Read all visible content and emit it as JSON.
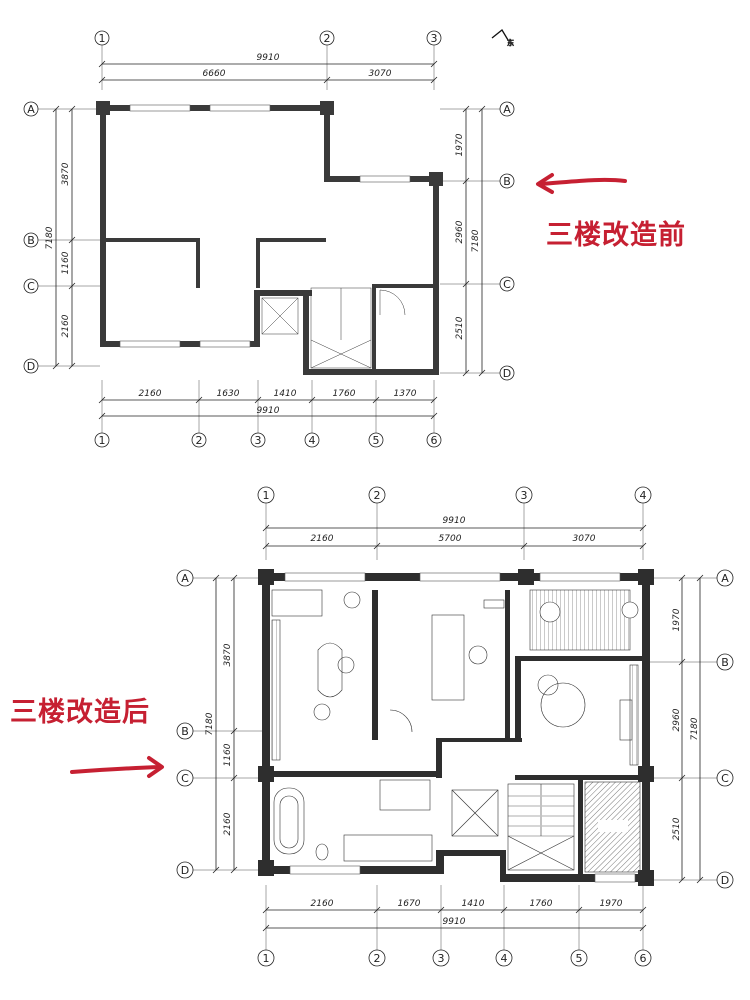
{
  "labels": {
    "before": "三楼改造前",
    "after": "三楼改造后"
  },
  "colors": {
    "accent": "#c62032",
    "wall": "#333333",
    "line": "#222222"
  },
  "plan_before": {
    "top_axes": [
      "1",
      "2",
      "3"
    ],
    "bottom_axes": [
      "1",
      "2",
      "3",
      "4",
      "5",
      "6"
    ],
    "side_axes": [
      "A",
      "B",
      "C",
      "D"
    ],
    "top_total": "9910",
    "top_segments": [
      "6660",
      "3070"
    ],
    "bottom_segments": [
      "2160",
      "1630",
      "1410",
      "1760",
      "1370"
    ],
    "bottom_total": "9910",
    "left_total": "7180",
    "left_segments": [
      "3870",
      "1160",
      "2160"
    ],
    "right_total": "7180",
    "right_segments": [
      "1970",
      "2960",
      "2510"
    ],
    "compass": "东"
  },
  "plan_after": {
    "top_axes": [
      "1",
      "2",
      "3",
      "4"
    ],
    "bottom_axes": [
      "1",
      "2",
      "3",
      "4",
      "5",
      "6"
    ],
    "side_axes": [
      "A",
      "B",
      "C",
      "D"
    ],
    "top_total": "9910",
    "top_segments": [
      "2160",
      "5700",
      "3070"
    ],
    "bottom_segments": [
      "2160",
      "1670",
      "1410",
      "1760",
      "1970"
    ],
    "bottom_total": "9910",
    "left_total": "7180",
    "left_segments": [
      "3870",
      "1160",
      "2160"
    ],
    "right_total": "7180",
    "right_segments": [
      "1970",
      "2960",
      "2510"
    ]
  }
}
